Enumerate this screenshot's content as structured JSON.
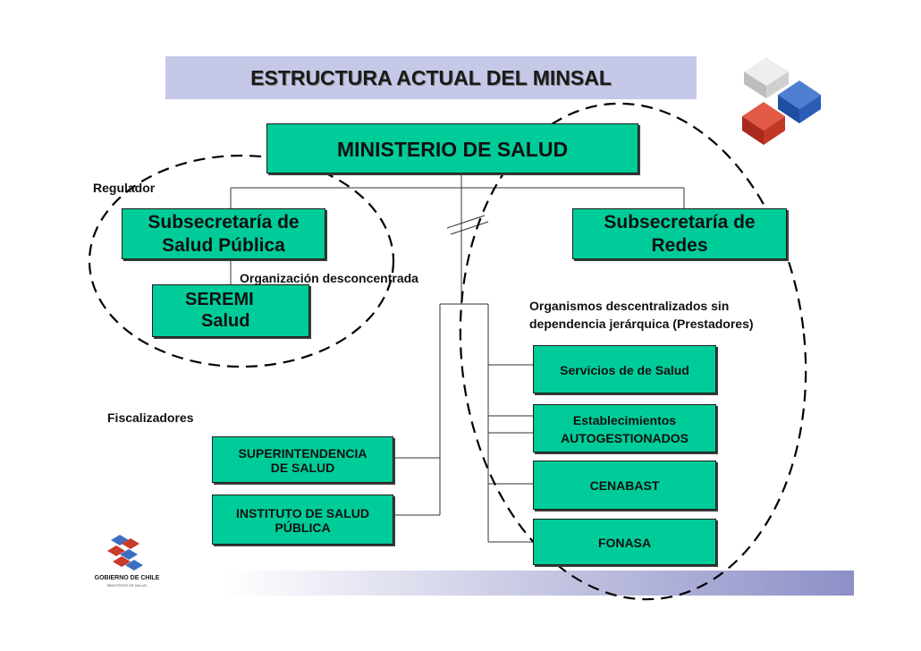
{
  "title": "ESTRUCTURA ACTUAL DEL MINSAL",
  "colors": {
    "box_fill": "#00cc99",
    "title_band": "#c6c8e8",
    "footer_band_start": "#ffffff",
    "footer_band_end": "#8d8fc7",
    "cube_gray": "#d9d9d9",
    "cube_blue": "#2f5fb3",
    "cube_red": "#c83a2a"
  },
  "nodes": {
    "ministerio": "MINISTERIO DE SALUD",
    "subsecretaria_salud_publica": [
      "Subsecretaría de",
      "Salud Pública"
    ],
    "subsecretaria_redes": [
      "Subsecretaría de",
      "Redes"
    ],
    "seremi": [
      "SEREMI",
      "Salud"
    ],
    "superintendencia": [
      "SUPERINTENDENCIA",
      "DE SALUD"
    ],
    "instituto": [
      "INSTITUTO DE SALUD",
      "PÚBLICA"
    ],
    "servicios": "Servicios de de Salud",
    "establecimientos": [
      "Establecimientos",
      "AUTOGESTIONADOS"
    ],
    "cenabast": "CENABAST",
    "fonasa": "FONASA"
  },
  "labels": {
    "regulador": "Regulador",
    "organizacion_desconcentrada": "Organización desconcentrada",
    "organismos_descentralizados": [
      "Organismos descentralizados sin",
      "dependencia jerárquica (Prestadores)"
    ],
    "fiscalizadores": "Fiscalizadores"
  },
  "logo": {
    "name": "GOBIERNO DE CHILE",
    "subtext": "MINISTERIO DE SALUD"
  }
}
